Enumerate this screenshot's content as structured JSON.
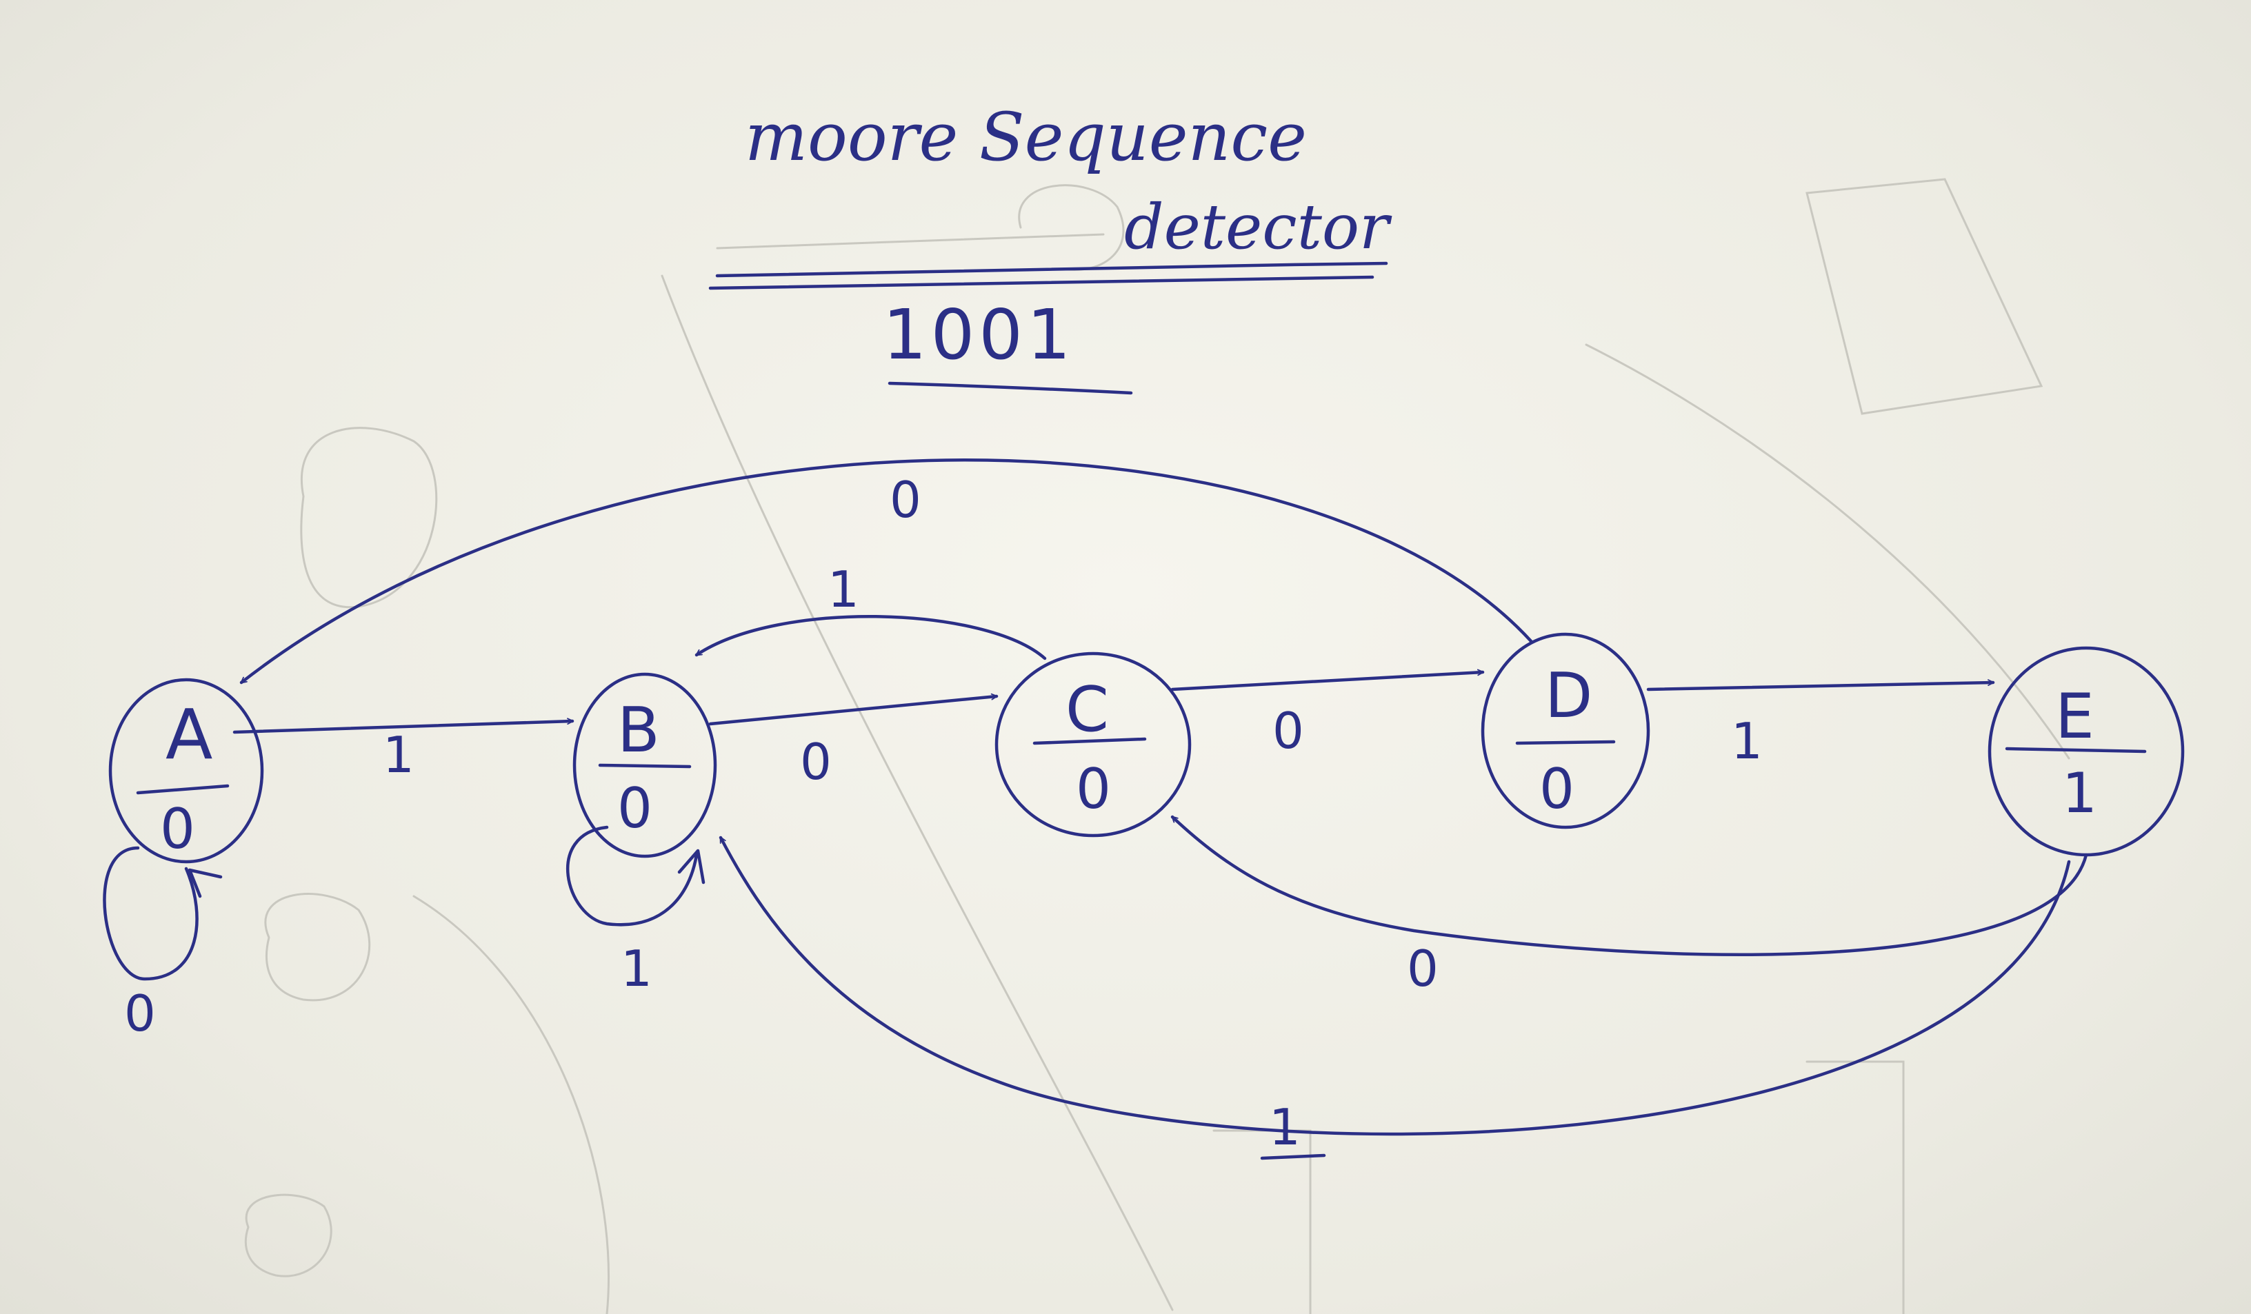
{
  "title": {
    "line1": "moore Sequence",
    "line2": "detector",
    "sequence": "1001"
  },
  "states": [
    {
      "id": "A",
      "name": "A",
      "output": "0"
    },
    {
      "id": "B",
      "name": "B",
      "output": "0"
    },
    {
      "id": "C",
      "name": "C",
      "output": "0"
    },
    {
      "id": "D",
      "name": "D",
      "output": "0"
    },
    {
      "id": "E",
      "name": "E",
      "output": "1"
    }
  ],
  "transitions": [
    {
      "from": "A",
      "to": "B",
      "input": "1"
    },
    {
      "from": "A",
      "to": "A",
      "input": "0"
    },
    {
      "from": "B",
      "to": "B",
      "input": "1"
    },
    {
      "from": "B",
      "to": "C",
      "input": "0"
    },
    {
      "from": "C",
      "to": "B",
      "input": "1"
    },
    {
      "from": "C",
      "to": "D",
      "input": "0"
    },
    {
      "from": "D",
      "to": "A",
      "input": "0"
    },
    {
      "from": "D",
      "to": "E",
      "input": "1"
    },
    {
      "from": "E",
      "to": "C",
      "input": "0"
    },
    {
      "from": "E",
      "to": "B",
      "input": "1"
    }
  ],
  "ink_color": "#2b2f86",
  "paper_color": "#f1f0e8"
}
